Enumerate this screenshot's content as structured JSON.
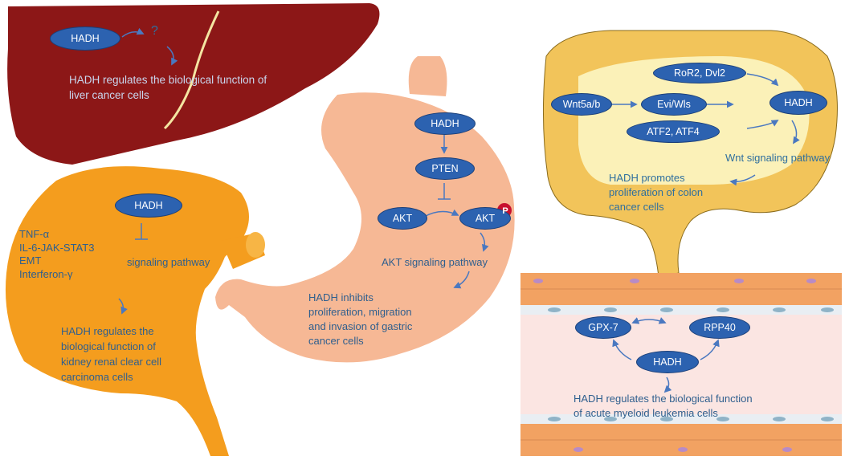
{
  "colors": {
    "liver": "#8c1717",
    "kidney": "#f49d1e",
    "stomach": "#f6b895",
    "colon": "#f2c45a",
    "colon_inner": "#fbf1b8",
    "vessel": "#fbe5e2",
    "node": "#2c62b0",
    "text": "#2f6f9e",
    "arrow": "#4a78c0"
  },
  "liver": {
    "node": "HADH",
    "question": "?",
    "caption": "HADH regulates the biological function of\nliver cancer cells"
  },
  "kidney": {
    "node": "HADH",
    "pathways": [
      "TNF-α",
      "IL-6-JAK-STAT3",
      "EMT",
      "Interferon-γ"
    ],
    "pathway_suffix": "signaling pathway",
    "caption": "HADH regulates the\nbiological function of\nkidney renal clear cell\ncarcinoma cells"
  },
  "stomach": {
    "nodes": {
      "hadh": "HADH",
      "pten": "PTEN",
      "akt": "AKT",
      "akt_p": "AKT",
      "phospho": "P"
    },
    "pathway": "AKT signaling pathway",
    "caption": "HADH inhibits\nproliferation, migration\nand invasion of gastric\ncancer cells"
  },
  "colon": {
    "nodes": {
      "ror2": "RoR2, Dvl2",
      "wnt5a": "Wnt5a/b",
      "evi": "Evi/Wls",
      "hadh": "HADH",
      "atf": "ATF2, ATF4"
    },
    "pathway": "Wnt signaling pathway",
    "caption": "HADH promotes\nproliferation of colon\ncancer cells"
  },
  "vessel": {
    "nodes": {
      "gpx7": "GPX-7",
      "rpp40": "RPP40",
      "hadh": "HADH"
    },
    "caption": "HADH regulates the biological function\nof acute myeloid leukemia cells"
  }
}
